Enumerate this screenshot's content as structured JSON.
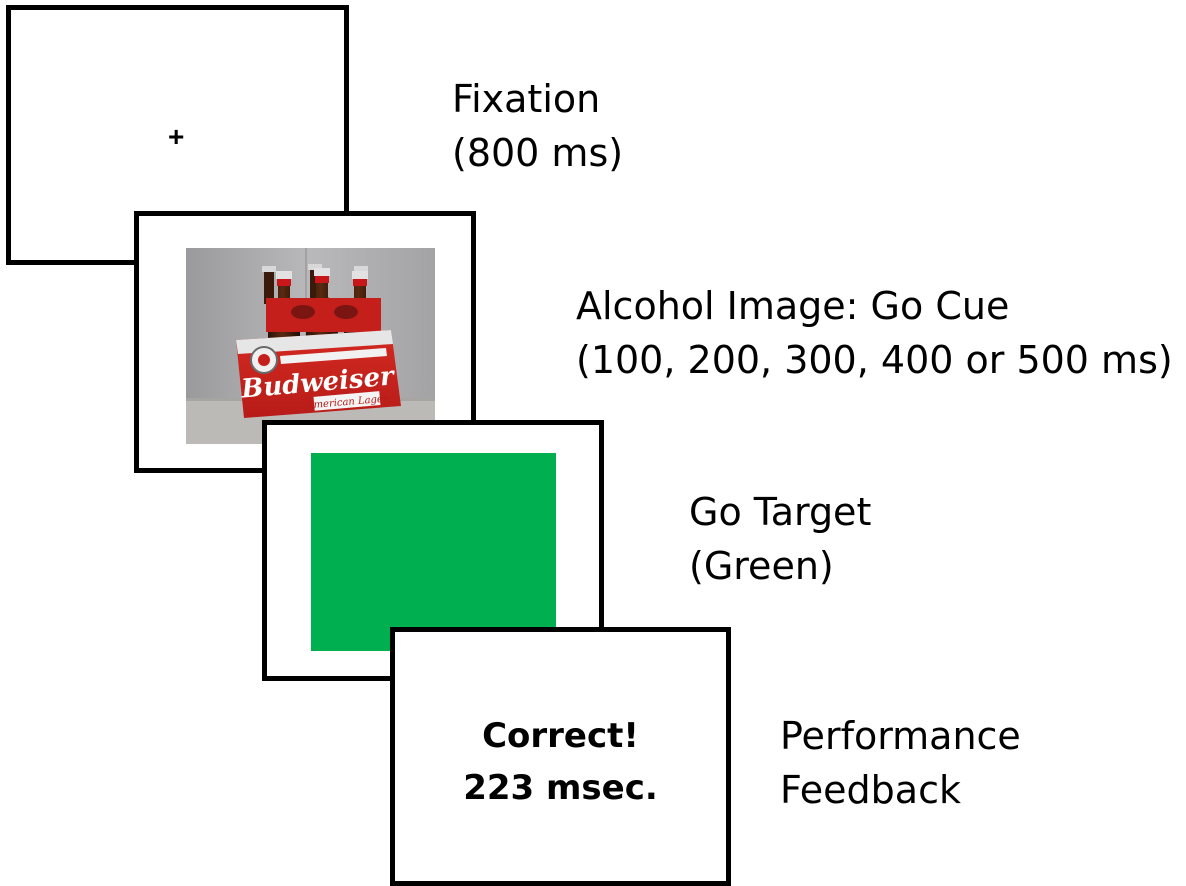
{
  "colors": {
    "border": "#000000",
    "go_target": "#00b050",
    "background": "#ffffff"
  },
  "fixation": {
    "symbol": "+",
    "title": "Fixation",
    "duration": "(800 ms)"
  },
  "alcohol_cue": {
    "title": "Alcohol Image: Go Cue",
    "duration": "(100, 200, 300, 400 or 500 ms)",
    "photo": {
      "subject": "six-pack of beer bottles",
      "brand_text": "Budweiser",
      "product_text": "American Lager"
    }
  },
  "go_target": {
    "title": "Go Target",
    "color_label": "(Green)"
  },
  "feedback": {
    "line1": "Correct!",
    "line2": "223 msec.",
    "label_line1": "Performance",
    "label_line2": "Feedback"
  }
}
